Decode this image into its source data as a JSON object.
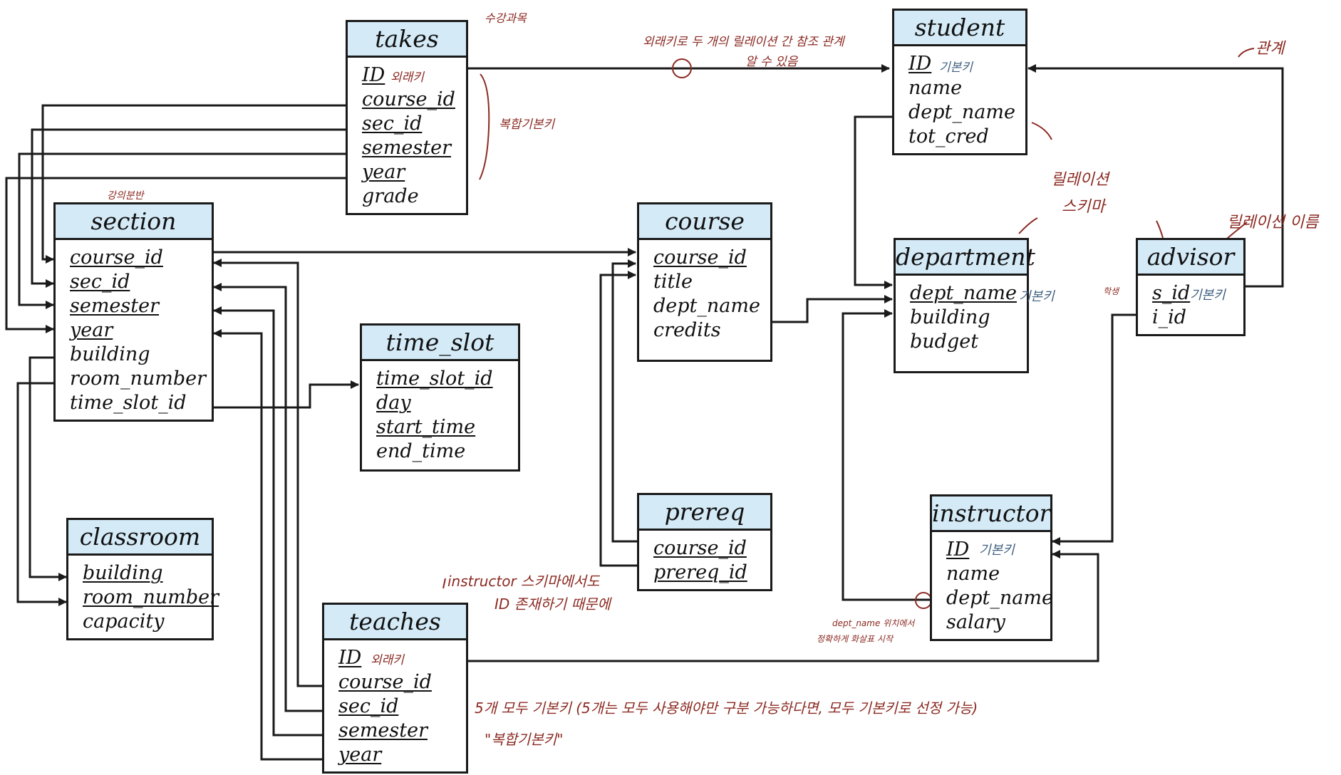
{
  "tables": {
    "takes": {
      "name": "takes",
      "attrs": [
        {
          "text": "ID",
          "pk": true
        },
        {
          "text": "course_id",
          "pk": true
        },
        {
          "text": "sec_id",
          "pk": true
        },
        {
          "text": "semester",
          "pk": true
        },
        {
          "text": "year",
          "pk": true
        },
        {
          "text": "grade",
          "pk": false
        }
      ]
    },
    "student": {
      "name": "student",
      "attrs": [
        {
          "text": "ID",
          "pk": true
        },
        {
          "text": "name",
          "pk": false
        },
        {
          "text": "dept_name",
          "pk": false
        },
        {
          "text": "tot_cred",
          "pk": false
        }
      ]
    },
    "section": {
      "name": "section",
      "attrs": [
        {
          "text": "course_id",
          "pk": true
        },
        {
          "text": "sec_id",
          "pk": true
        },
        {
          "text": "semester",
          "pk": true
        },
        {
          "text": "year",
          "pk": true
        },
        {
          "text": "building",
          "pk": false
        },
        {
          "text": "room_number",
          "pk": false
        },
        {
          "text": "time_slot_id",
          "pk": false
        }
      ]
    },
    "course": {
      "name": "course",
      "attrs": [
        {
          "text": "course_id",
          "pk": true
        },
        {
          "text": "title",
          "pk": false
        },
        {
          "text": "dept_name",
          "pk": false
        },
        {
          "text": "credits",
          "pk": false
        }
      ]
    },
    "department": {
      "name": "department",
      "attrs": [
        {
          "text": "dept_name",
          "pk": true
        },
        {
          "text": "building",
          "pk": false
        },
        {
          "text": "budget",
          "pk": false
        }
      ]
    },
    "advisor": {
      "name": "advisor",
      "attrs": [
        {
          "text": "s_id",
          "pk": true
        },
        {
          "text": "i_id",
          "pk": false
        }
      ]
    },
    "time_slot": {
      "name": "time_slot",
      "attrs": [
        {
          "text": "time_slot_id",
          "pk": true
        },
        {
          "text": "day",
          "pk": true
        },
        {
          "text": "start_time",
          "pk": true
        },
        {
          "text": "end_time",
          "pk": false
        }
      ]
    },
    "classroom": {
      "name": "classroom",
      "attrs": [
        {
          "text": "building",
          "pk": true
        },
        {
          "text": "room_number",
          "pk": true
        },
        {
          "text": "capacity",
          "pk": false
        }
      ]
    },
    "prereq": {
      "name": "prereq",
      "attrs": [
        {
          "text": "course_id",
          "pk": true
        },
        {
          "text": "prereq_id",
          "pk": true
        }
      ]
    },
    "instructor": {
      "name": "instructor",
      "attrs": [
        {
          "text": "ID",
          "pk": true
        },
        {
          "text": "name",
          "pk": false
        },
        {
          "text": "dept_name",
          "pk": false
        },
        {
          "text": "salary",
          "pk": false
        }
      ]
    },
    "teaches": {
      "name": "teaches",
      "attrs": [
        {
          "text": "ID",
          "pk": true
        },
        {
          "text": "course_id",
          "pk": true
        },
        {
          "text": "sec_id",
          "pk": true
        },
        {
          "text": "semester",
          "pk": true
        },
        {
          "text": "year",
          "pk": true
        }
      ]
    }
  },
  "annotations": {
    "takes_title": "수강과목",
    "takes_id": "외래키",
    "takes_composite": "복합기본키",
    "fk_ref": "외래키로 두 개의 릴레이션 간 참조 관계",
    "fk_ref_2": "알 수 있음",
    "student_id": "기본키",
    "section_note": "강의분반",
    "relation_schema_1": "릴레이션",
    "relation_schema_2": "스키마",
    "relationship": "관계",
    "relation_name": "릴레이션 이름",
    "dept_pk": "기본키",
    "advisor_pk": "기본키",
    "advisor_side": "학생",
    "instructor_pk": "기본키",
    "instructor_note_1": "instructor 스키마에서도",
    "instructor_note_2": "ID 존재하기 때문에",
    "dept_ref_1": "dept_name 위치에서",
    "dept_ref_2": "정확하게 화살표 시작",
    "teaches_id": "외래키",
    "teaches_note": "5개 모두 기본키 (5개는 모두 사용해야만 구분 가능하다면, 모두 기본키로 선정 가능)",
    "teaches_composite": "\"복합기본키\""
  }
}
